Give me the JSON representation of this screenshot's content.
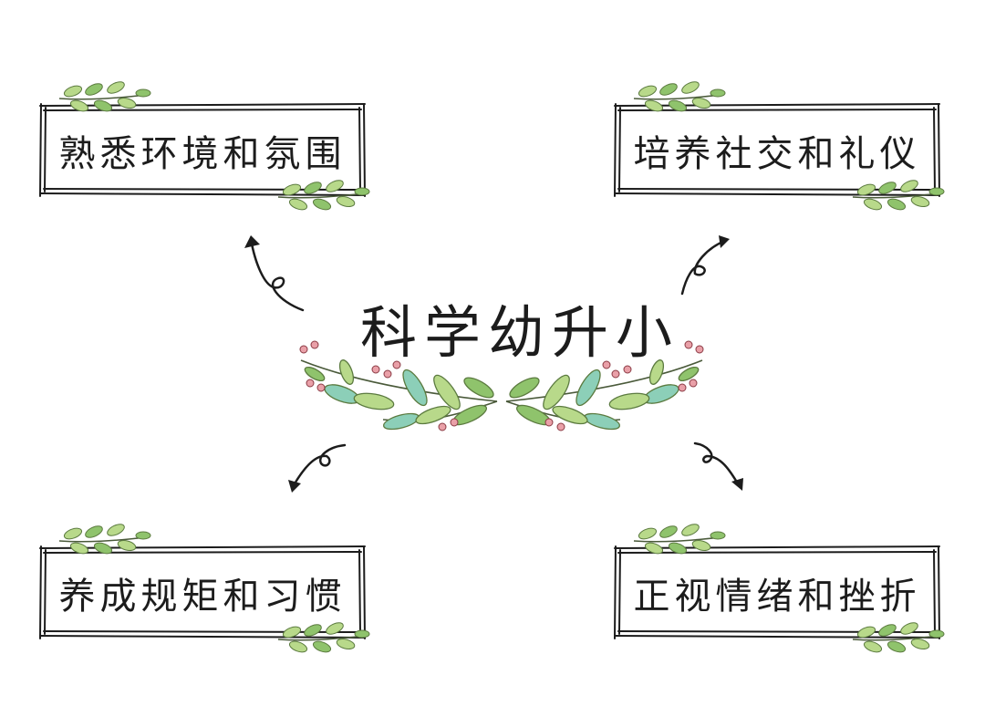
{
  "center": {
    "title": "科学幼升小"
  },
  "boxes": [
    {
      "id": "top-left",
      "label": "熟悉环境和氛围"
    },
    {
      "id": "top-right",
      "label": "培养社交和礼仪"
    },
    {
      "id": "bottom-left",
      "label": "养成规矩和习惯"
    },
    {
      "id": "bottom-right",
      "label": "正视情绪和挫折"
    }
  ],
  "colors": {
    "ink": "#1c1c1c",
    "leaf_light": "#b8d98a",
    "leaf_mid": "#8fc36c",
    "leaf_teal": "#8ccfb8",
    "berry": "#e9a0a8"
  }
}
